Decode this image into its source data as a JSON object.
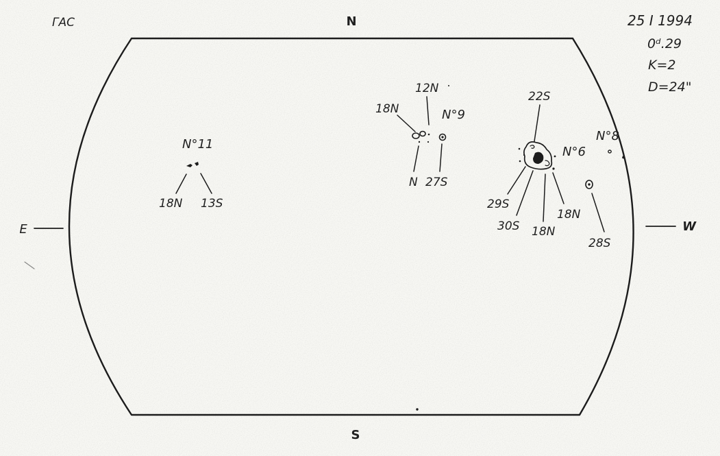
{
  "header": {
    "observatory": "ГАС",
    "date": "25 I 1994",
    "time": "0ᵈ.29",
    "k_value": "K=2",
    "d_value": "D=24\""
  },
  "directions": {
    "north": "N",
    "south": "S",
    "east": "E",
    "west": "W"
  },
  "groups": {
    "g11": {
      "name": "N°11",
      "labels": [
        "18N",
        "13S"
      ]
    },
    "g9": {
      "name": "N°9",
      "labels": [
        "12N",
        "18N",
        "N",
        "27S"
      ]
    },
    "g6": {
      "name": "N°6",
      "labels": [
        "22S",
        "29S",
        "30S",
        "18N",
        "18N"
      ]
    },
    "g8": {
      "name": "N°8",
      "labels": [
        "28S"
      ]
    }
  }
}
